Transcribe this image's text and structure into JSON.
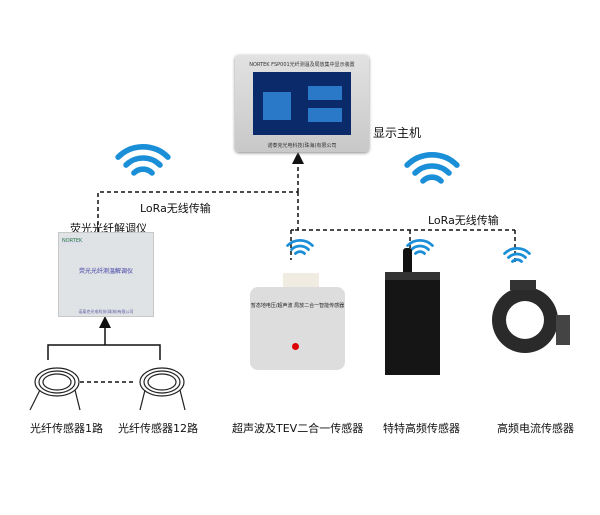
{
  "host": {
    "label": "显示主机",
    "panel_title": "NORTEK FSP001光纤测温及局放集中显示装置",
    "panel_footer": "诺泰克光电科技(珠海)有限公司"
  },
  "links": {
    "left": "LoRa无线传输",
    "right": "LoRa无线传输"
  },
  "demodulator": {
    "label": "荧光光纤解调仪",
    "logo": "NORTEK",
    "panel_title": "荧光光纤测温解调仪",
    "panel_footer": "诺泰克光电科技(珠海)有限公司"
  },
  "fiber_sensors": [
    {
      "label": "光纤传感器1路"
    },
    {
      "label": "光纤传感器12路"
    }
  ],
  "devices": [
    {
      "label": "超声波及TEV二合一传感器",
      "panel_text": "暂态地电压/超声波 局放二合一智能传感器"
    },
    {
      "label": "特特高频传感器"
    },
    {
      "label": "高频电流传感器"
    }
  ],
  "colors": {
    "line": "#111111",
    "wifi": "#1a8fd8"
  }
}
